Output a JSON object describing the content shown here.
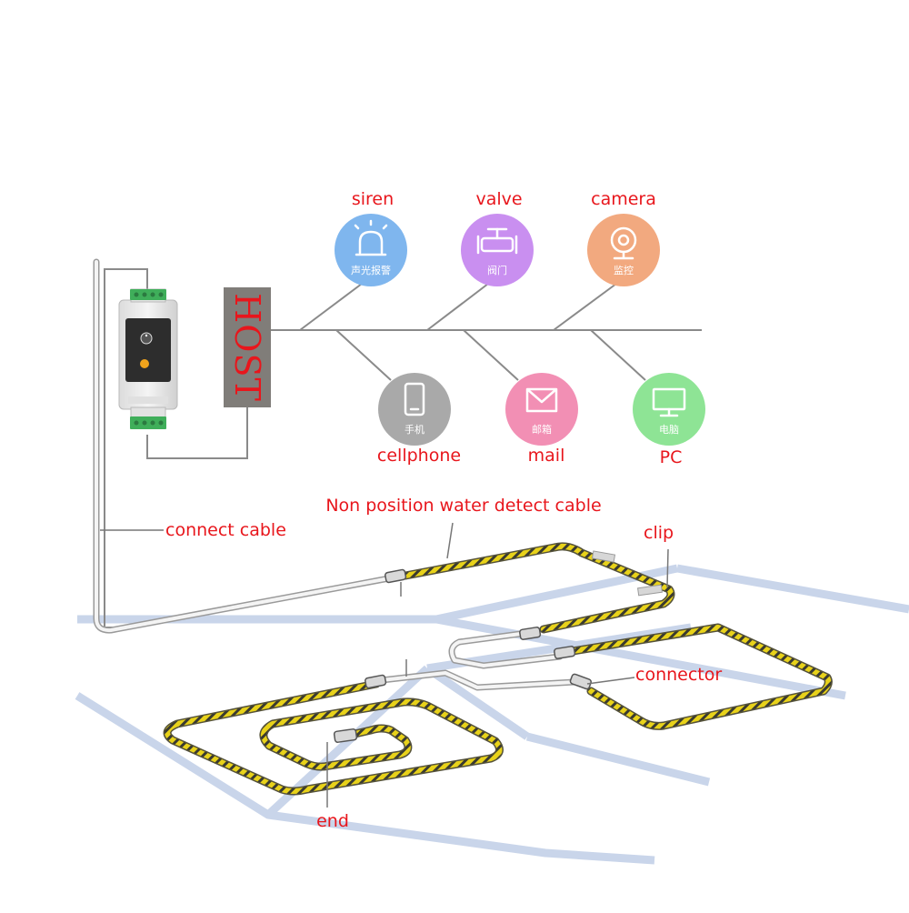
{
  "host": {
    "label": "HOST",
    "color": "#807d79"
  },
  "outputs": [
    {
      "id": "siren",
      "label": "siren",
      "sublabel": "声光报警",
      "icon": "siren-icon",
      "color": "#7fb6ee"
    },
    {
      "id": "valve",
      "label": "valve",
      "sublabel": "阀门",
      "icon": "valve-icon",
      "color": "#c98ff0"
    },
    {
      "id": "camera",
      "label": "camera",
      "sublabel": "监控",
      "icon": "camera-icon",
      "color": "#f2a97f"
    },
    {
      "id": "cellphone",
      "label": "cellphone",
      "sublabel": "手机",
      "icon": "cellphone-icon",
      "color": "#a9a9a9"
    },
    {
      "id": "mail",
      "label": "mail",
      "sublabel": "邮箱",
      "icon": "mail-icon",
      "color": "#f28fb4"
    },
    {
      "id": "pc",
      "label": "PC",
      "sublabel": "电脑",
      "icon": "pc-icon",
      "color": "#8ee495"
    }
  ],
  "callouts": {
    "detect_cable": "Non position water detect cable",
    "connect_cable": "connect cable",
    "clip": "clip",
    "connector": "connector",
    "end": "end"
  },
  "colors": {
    "label_red": "#e8161c",
    "cable_yellow": "#e8d21a",
    "floor_grid": "#c9d5ea"
  }
}
